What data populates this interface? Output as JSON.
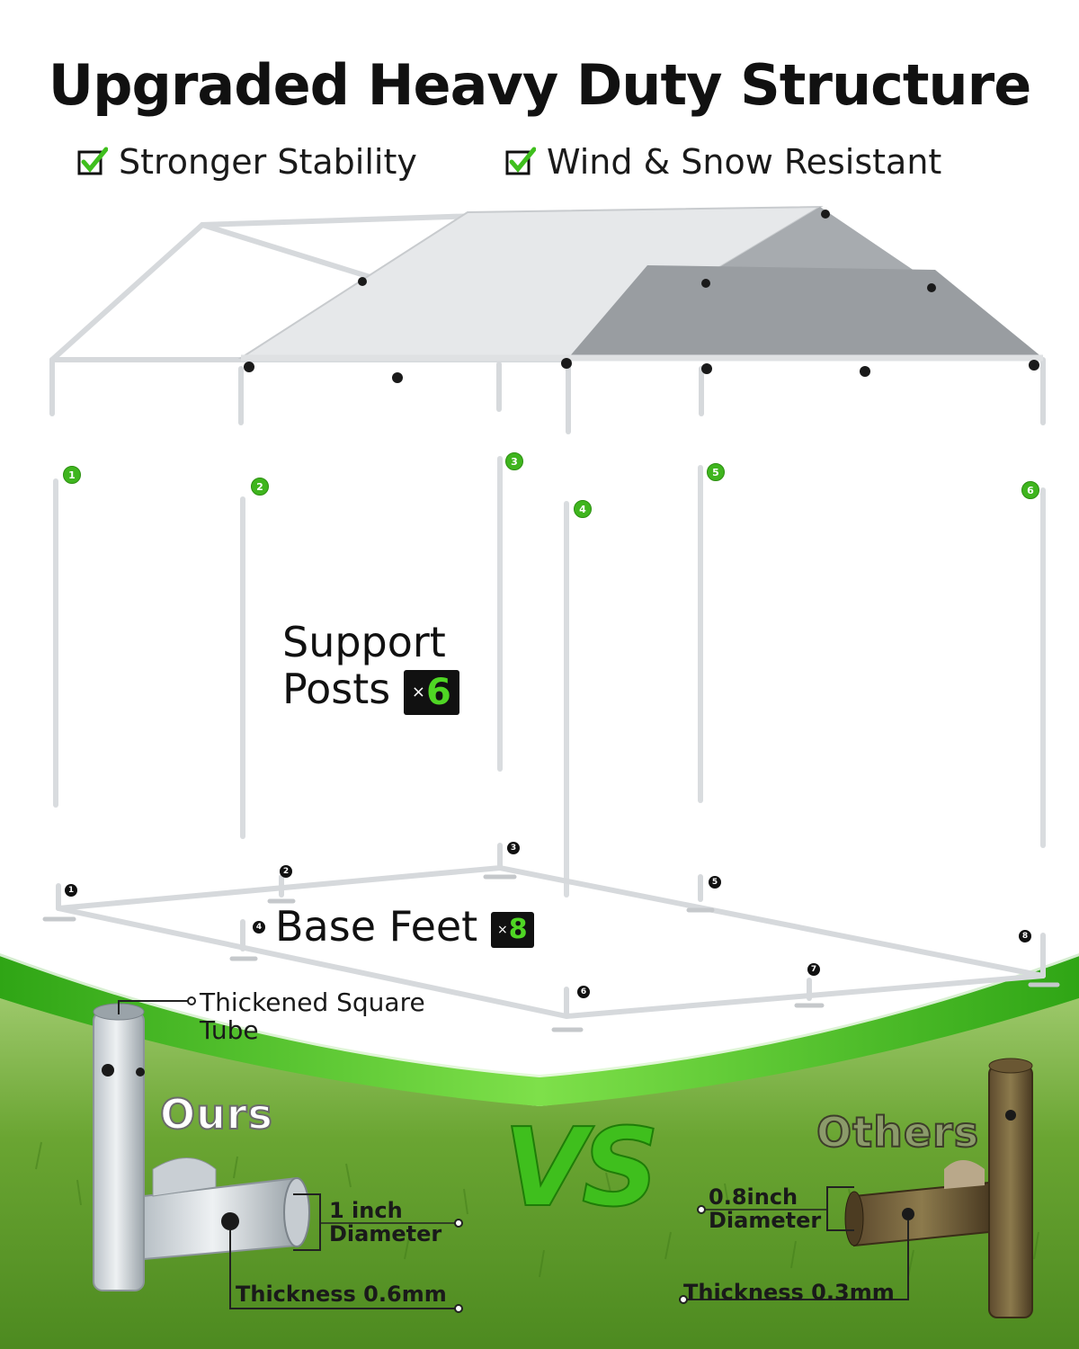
{
  "title": "Upgraded Heavy Duty Structure",
  "features": [
    "Stronger Stability",
    "Wind & Snow Resistant"
  ],
  "pole_numbers": [
    "1",
    "2",
    "3",
    "4",
    "5",
    "6"
  ],
  "foot_numbers": [
    "1",
    "2",
    "3",
    "4",
    "5",
    "6",
    "7",
    "8"
  ],
  "support_posts": {
    "line1": "Support",
    "line2": "Posts",
    "badge_x": "×",
    "badge_count": "6"
  },
  "base_feet": {
    "label": "Base Feet",
    "badge_x": "×",
    "badge_count": "8"
  },
  "callout_tube": {
    "line1": "Thickened Square",
    "line2": "Tube"
  },
  "ours": {
    "label": "Ours",
    "diameter_value": "1 inch",
    "diameter_label": "Diameter",
    "thickness_label": "Thickness",
    "thickness_value": "0.6mm"
  },
  "vs_text": "VS",
  "others": {
    "label": "Others",
    "diameter_value": "0.8inch",
    "diameter_label": "Diameter",
    "thickness_label": "Thickness",
    "thickness_value": "0.3mm"
  },
  "colors": {
    "accent_green": "#3fbf1d",
    "grass": "#6aa532",
    "frame_silver": "#d9dcdf",
    "canopy_gray": "#bfc2c5"
  }
}
